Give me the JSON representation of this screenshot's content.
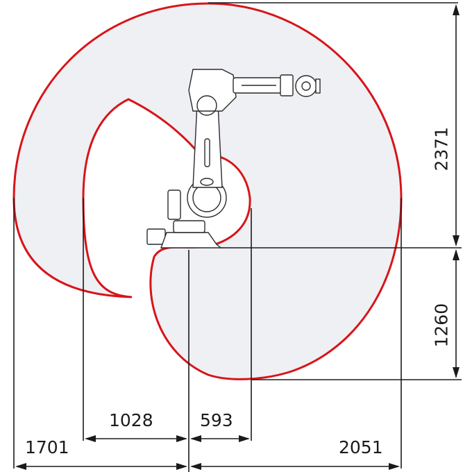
{
  "diagram": {
    "subject": "Industrial robot working range (side view)",
    "colors": {
      "envelope_stroke": "#d7141a",
      "envelope_fill": "#eef0f3",
      "dimension_line": "#1a1a1a",
      "robot_line": "#2a2a2a"
    },
    "dimensions": {
      "top_height": "2371",
      "bottom_depth": "1260",
      "inner_left": "1028",
      "inner_right": "593",
      "outer_left": "1701",
      "outer_right": "2051"
    }
  }
}
